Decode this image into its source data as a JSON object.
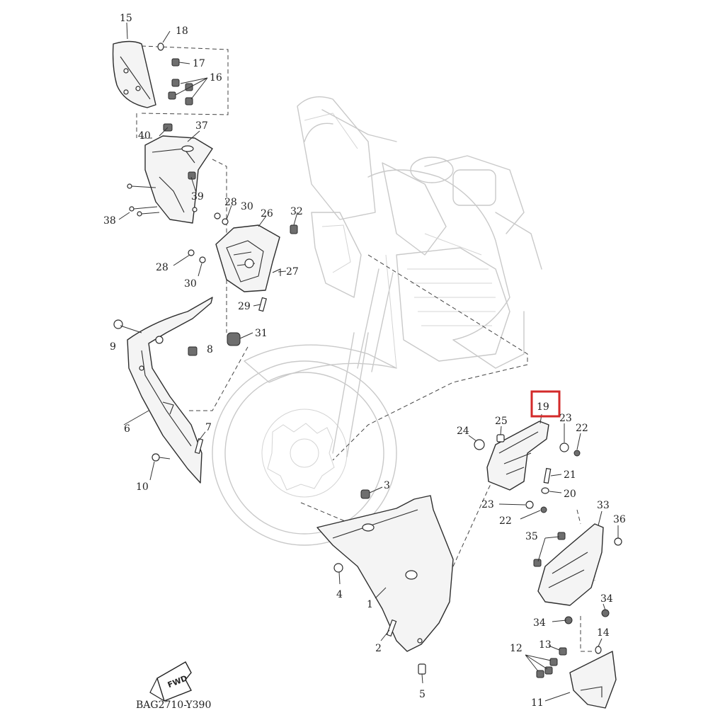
{
  "diagram": {
    "code": "BAG2710-Y390",
    "fwd_label": "FWD",
    "highlighted_part": "19",
    "callouts": [
      {
        "id": "c15",
        "label": "15"
      },
      {
        "id": "c18",
        "label": "18"
      },
      {
        "id": "c17",
        "label": "17"
      },
      {
        "id": "c16",
        "label": "16"
      },
      {
        "id": "c40",
        "label": "40"
      },
      {
        "id": "c37",
        "label": "37"
      },
      {
        "id": "c39",
        "label": "39"
      },
      {
        "id": "c38",
        "label": "38"
      },
      {
        "id": "c28a",
        "label": "28"
      },
      {
        "id": "c30a",
        "label": "30"
      },
      {
        "id": "c26",
        "label": "26"
      },
      {
        "id": "c32",
        "label": "32"
      },
      {
        "id": "c28b",
        "label": "28"
      },
      {
        "id": "c30b",
        "label": "30"
      },
      {
        "id": "c27",
        "label": "27"
      },
      {
        "id": "c29",
        "label": "29"
      },
      {
        "id": "c31",
        "label": "31"
      },
      {
        "id": "c9",
        "label": "9"
      },
      {
        "id": "c8",
        "label": "8"
      },
      {
        "id": "c6",
        "label": "6"
      },
      {
        "id": "c7",
        "label": "7"
      },
      {
        "id": "c10",
        "label": "10"
      },
      {
        "id": "c19",
        "label": "19"
      },
      {
        "id": "c23a",
        "label": "23"
      },
      {
        "id": "c22a",
        "label": "22"
      },
      {
        "id": "c24",
        "label": "24"
      },
      {
        "id": "c25",
        "label": "25"
      },
      {
        "id": "c21",
        "label": "21"
      },
      {
        "id": "c20",
        "label": "20"
      },
      {
        "id": "c23b",
        "label": "23"
      },
      {
        "id": "c22b",
        "label": "22"
      },
      {
        "id": "c3",
        "label": "3"
      },
      {
        "id": "c4",
        "label": "4"
      },
      {
        "id": "c1",
        "label": "1"
      },
      {
        "id": "c2",
        "label": "2"
      },
      {
        "id": "c5",
        "label": "5"
      },
      {
        "id": "c33",
        "label": "33"
      },
      {
        "id": "c36",
        "label": "36"
      },
      {
        "id": "c35",
        "label": "35"
      },
      {
        "id": "c34a",
        "label": "34"
      },
      {
        "id": "c34b",
        "label": "34"
      },
      {
        "id": "c14",
        "label": "14"
      },
      {
        "id": "c13",
        "label": "13"
      },
      {
        "id": "c12",
        "label": "12"
      },
      {
        "id": "c11",
        "label": "11"
      }
    ]
  }
}
